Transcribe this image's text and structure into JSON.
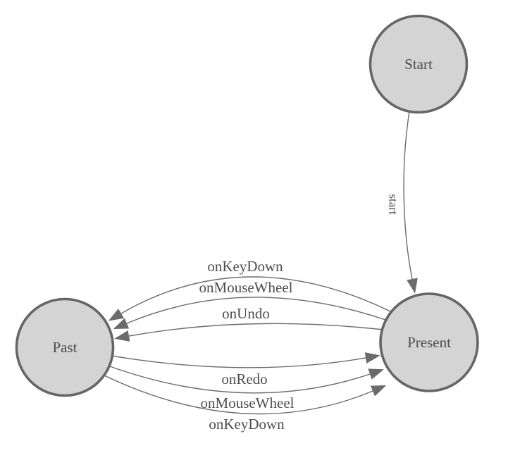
{
  "diagram": {
    "colors": {
      "node-fill": "#d4d4d4",
      "node-stroke": "#666666",
      "edge-color": "#6b6b6b",
      "text-color": "#4d4d4d",
      "background": "#ffffff"
    },
    "nodes": [
      {
        "id": "start",
        "label": "Start"
      },
      {
        "id": "present",
        "label": "Present"
      },
      {
        "id": "past",
        "label": "Past"
      }
    ],
    "edges": [
      {
        "from": "Start",
        "to": "Present",
        "label": "start"
      },
      {
        "from": "Present",
        "to": "Past",
        "label": "onKeyDown"
      },
      {
        "from": "Present",
        "to": "Past",
        "label": "onMouseWheel"
      },
      {
        "from": "Present",
        "to": "Past",
        "label": "onUndo"
      },
      {
        "from": "Past",
        "to": "Present",
        "label": "onRedo"
      },
      {
        "from": "Past",
        "to": "Present",
        "label": "onMouseWheel"
      },
      {
        "from": "Past",
        "to": "Present",
        "label": "onKeyDown"
      }
    ]
  }
}
